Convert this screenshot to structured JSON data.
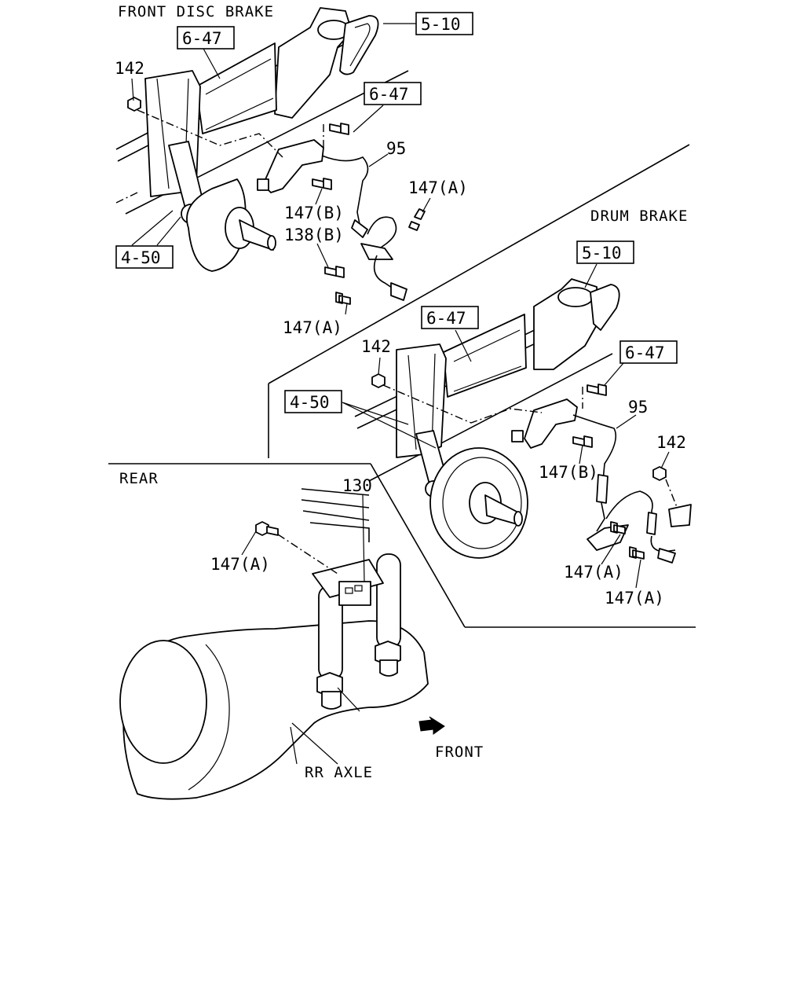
{
  "sections": {
    "front_disc_brake": "FRONT DISC BRAKE",
    "drum_brake": "DRUM BRAKE",
    "rear": "REAR"
  },
  "refs": {
    "r510_a": "5-10",
    "r647_a": "6-47",
    "r647_b": "6-47",
    "r450_a": "4-50",
    "r510_b": "5-10",
    "r647_c": "6-47",
    "r647_d": "6-47",
    "r450_b": "4-50"
  },
  "parts": {
    "p142_a": "142",
    "p95_a": "95",
    "p147A_a": "147(A)",
    "p147B_a": "147(B)",
    "p138B": "138(B)",
    "p147A_b": "147(A)",
    "p142_b": "142",
    "p95_b": "95",
    "p142_c": "142",
    "p147B_b": "147(B)",
    "p147A_c": "147(A)",
    "p147A_d": "147(A)",
    "p130": "130",
    "p147A_e": "147(A)"
  },
  "captions": {
    "front_arrow": "FRONT",
    "rr_axle": "RR AXLE"
  }
}
